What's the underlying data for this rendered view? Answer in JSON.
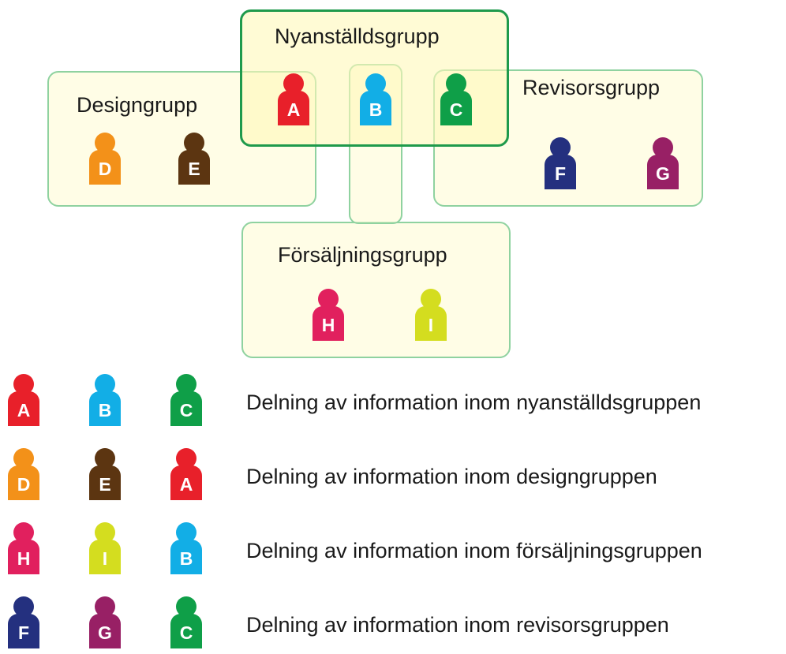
{
  "groups": {
    "new_hire": "Nyanställdsgrupp",
    "design": "Designgrupp",
    "auditor": "Revisorsgrupp",
    "sales": "Försäljningsgrupp"
  },
  "people": {
    "A": {
      "label": "A",
      "color": "#e8202a"
    },
    "B": {
      "label": "B",
      "color": "#12aee6"
    },
    "C": {
      "label": "C",
      "color": "#0f9f48"
    },
    "D": {
      "label": "D",
      "color": "#f39119"
    },
    "E": {
      "label": "E",
      "color": "#5c3511"
    },
    "F": {
      "label": "F",
      "color": "#24307f"
    },
    "G": {
      "label": "G",
      "color": "#982065"
    },
    "H": {
      "label": "H",
      "color": "#e1205e"
    },
    "I": {
      "label": "I",
      "color": "#d4dd1f"
    }
  },
  "legend": [
    {
      "members": [
        "A",
        "B",
        "C"
      ],
      "text": "Delning av information inom nyanställdsgruppen"
    },
    {
      "members": [
        "D",
        "E",
        "A"
      ],
      "text": "Delning av information inom designgruppen"
    },
    {
      "members": [
        "H",
        "I",
        "B"
      ],
      "text": "Delning av information inom försäljningsgruppen"
    },
    {
      "members": [
        "F",
        "G",
        "C"
      ],
      "text": "Delning av information inom revisorsgruppen"
    }
  ]
}
